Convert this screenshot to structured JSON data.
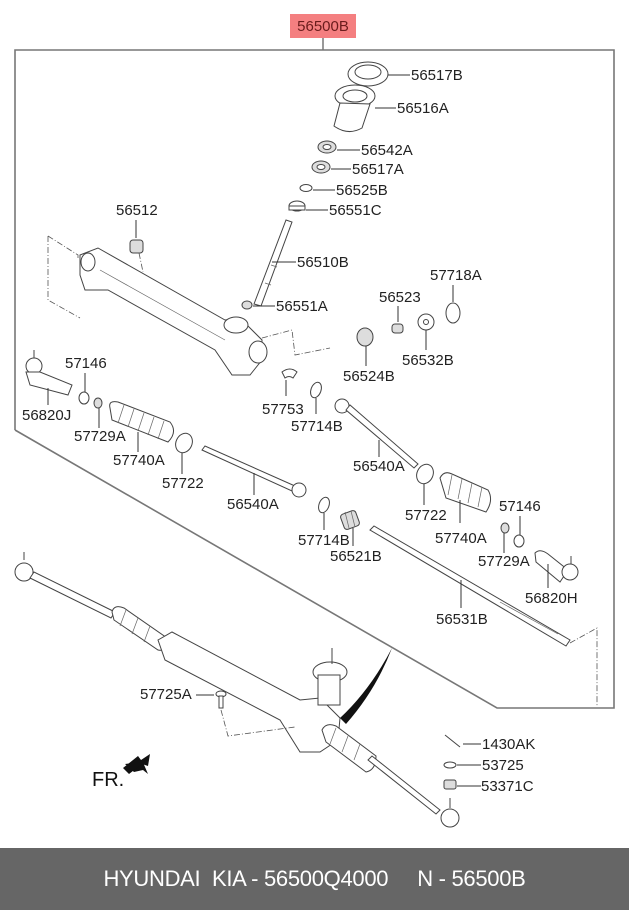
{
  "assembly": {
    "label": "56500B",
    "badge_color": "#f47f80"
  },
  "parts": {
    "p56517B": "56517B",
    "p56516A": "56516A",
    "p56542A": "56542A",
    "p56517A": "56517A",
    "p56525B": "56525B",
    "p56551C": "56551C",
    "p56512": "56512",
    "p56510B": "56510B",
    "p56551A": "56551A",
    "p57718A": "57718A",
    "p56523": "56523",
    "p56532B": "56532B",
    "p56524B": "56524B",
    "p57146_l": "57146",
    "p56820J": "56820J",
    "p57729A_l": "57729A",
    "p57740A_l": "57740A",
    "p57722_l": "57722",
    "p56540A_l": "56540A",
    "p57753": "57753",
    "p57714B_u": "57714B",
    "p56540A_r": "56540A",
    "p57722_r": "57722",
    "p57740A_r": "57740A",
    "p57146_r": "57146",
    "p57729A_r": "57729A",
    "p57714B_l": "57714B",
    "p56521B": "56521B",
    "p56820H": "56820H",
    "p56531B": "56531B",
    "p57725A": "57725A",
    "p1430AK": "1430AK",
    "p53725": "53725",
    "p53371C": "53371C"
  },
  "direction": {
    "label": "FR.",
    "icon": "front-arrow-icon"
  },
  "footer": {
    "text": "HYUNDAI  KIA - 56500Q4000     N - 56500B"
  }
}
